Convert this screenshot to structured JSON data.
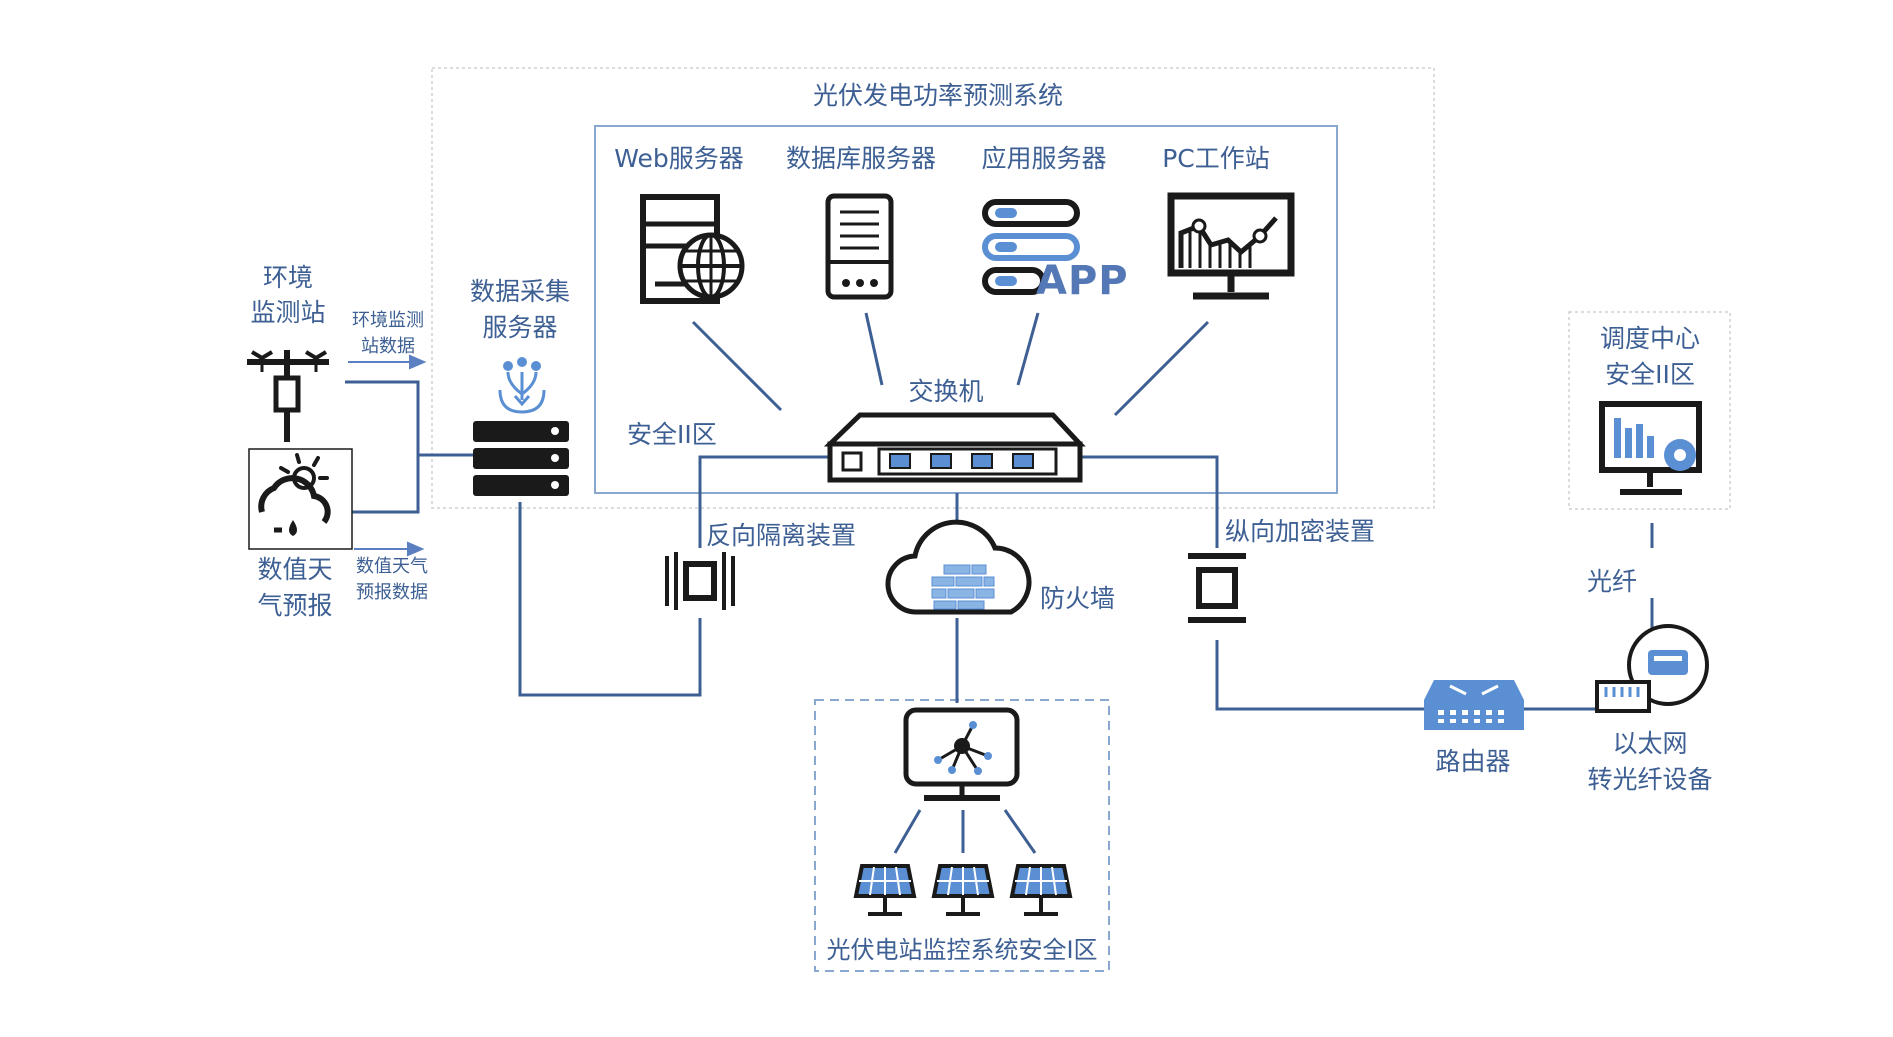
{
  "system_title": "光伏发电功率预测系统",
  "servers": {
    "web": "Web服务器",
    "db": "数据库服务器",
    "app": "应用服务器",
    "app_badge": "APP",
    "pc": "PC工作站"
  },
  "switch_label": "交换机",
  "zone_ii_label": "安全II区",
  "env_station": {
    "line1": "环境",
    "line2": "监测站"
  },
  "env_data": {
    "line1": "环境监测",
    "line2": "站数据"
  },
  "weather": {
    "line1": "数值天",
    "line2": "气预报"
  },
  "weather_data": {
    "line1": "数值天气",
    "line2": "预报数据"
  },
  "collector": {
    "line1": "数据采集",
    "line2": "服务器"
  },
  "reverse_isolation": "反向隔离装置",
  "firewall": "防火墙",
  "longitudinal_encryption": "纵向加密装置",
  "dispatch": {
    "line1": "调度中心",
    "line2": "安全II区"
  },
  "fiber": "光纤",
  "router": "路由器",
  "converter": {
    "line1": "以太网",
    "line2": "转光纤设备"
  },
  "monitoring_zone": "光伏电站监控系统安全I区",
  "colors": {
    "line": "#3d5f93",
    "accent": "#5b8fd4",
    "dark": "#1a1a1a",
    "dashed": "#c8c8c8"
  }
}
